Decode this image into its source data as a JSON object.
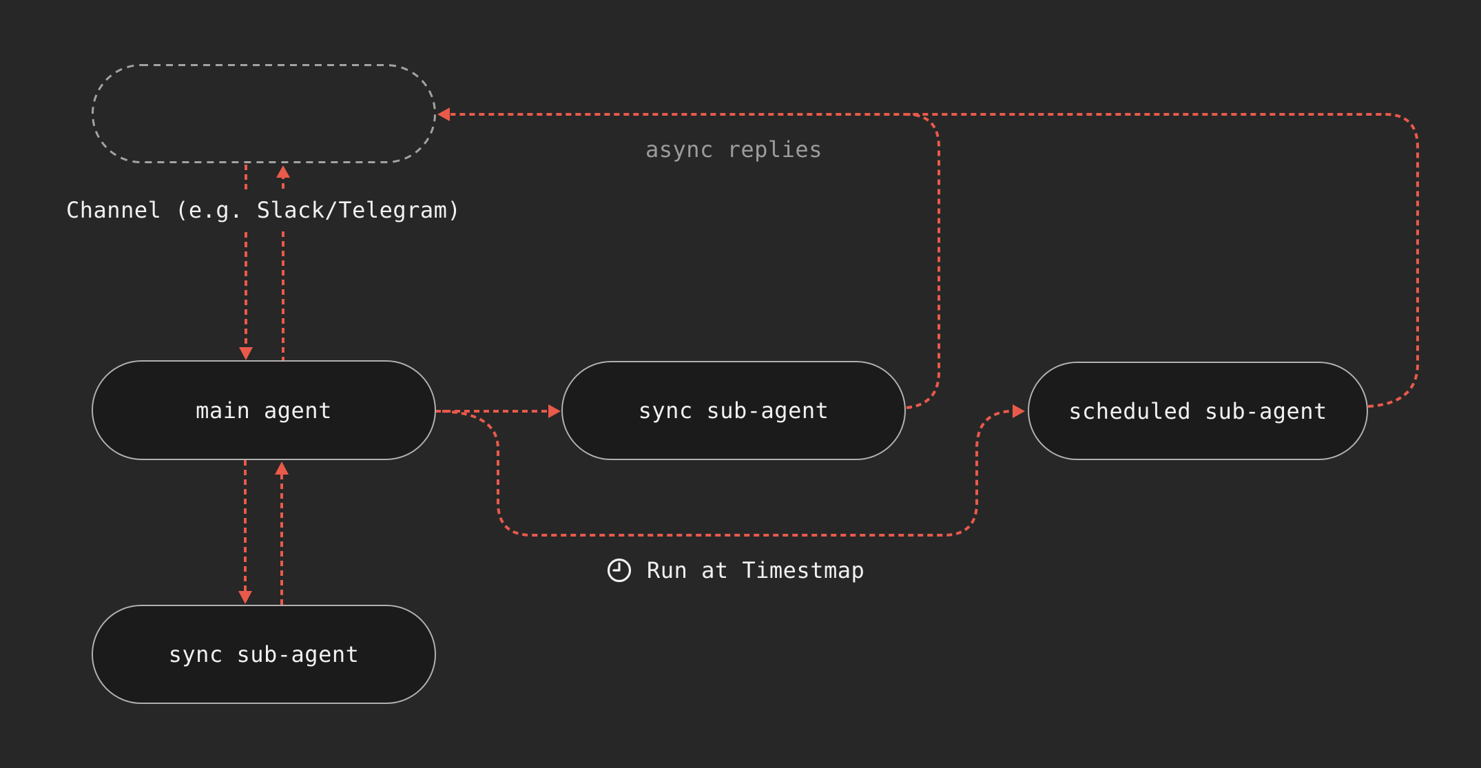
{
  "theme": {
    "bg": "#272727",
    "node_fill": "#1b1b1b",
    "node_border": "#b3b0b0",
    "channel_border": "#a3a3a3",
    "arrow_color": "#e95a4b",
    "text_primary": "#f1f1f1",
    "text_muted": "#9c9c9c"
  },
  "nodes": {
    "channel": {
      "label": ""
    },
    "main_agent": {
      "label": "main agent"
    },
    "sync_sub_agent": {
      "label": "sync sub-agent"
    },
    "scheduled_sub_agent": {
      "label": "scheduled sub-agent"
    },
    "sync_sub_agent_bottom": {
      "label": "sync sub-agent"
    }
  },
  "labels": {
    "channel_caption": "Channel (e.g. Slack/Telegram)",
    "async_replies": "async replies",
    "run_at_timestamp": "Run at Timestmap"
  },
  "icons": {
    "clock": "clock-icon"
  }
}
